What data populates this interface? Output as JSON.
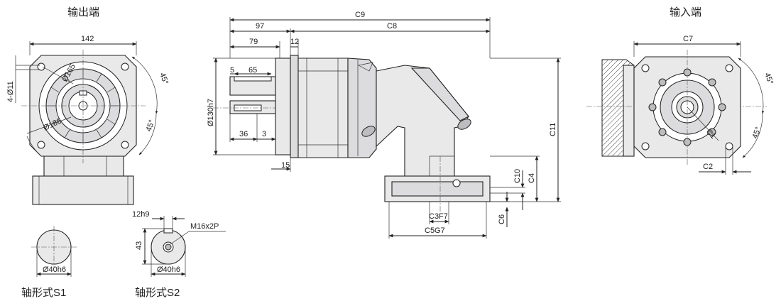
{
  "titles": {
    "output_end": "输出端",
    "input_end": "输入端",
    "shaft_s1": "轴形式S1",
    "shaft_s2": "轴形式S2"
  },
  "output_view": {
    "width": "142",
    "holes": "4-Ø11",
    "pcd": "Ø165",
    "outer": "Ø186",
    "angle_top": "45°",
    "angle_bottom": "45°"
  },
  "side_view": {
    "c9": "C9",
    "c8": "C8",
    "d97": "97",
    "d79": "79",
    "d12": "12",
    "d5": "5",
    "d65": "65",
    "pilot": "Ø130h7",
    "d36": "36",
    "d3": "3",
    "d15": "15",
    "c11": "C11",
    "c10": "C10",
    "c4": "C4",
    "c6": "C6",
    "c3": "C3F7",
    "c5": "C5G7"
  },
  "input_view": {
    "c7": "C7",
    "c1": "C1",
    "c2": "C2",
    "angle_top": "45°",
    "angle_bottom": "45°"
  },
  "shaft_s1": {
    "dia": "Ø40h6"
  },
  "shaft_s2": {
    "key": "12h9",
    "height": "43",
    "thread": "M16x2P",
    "dia": "Ø40h6"
  }
}
